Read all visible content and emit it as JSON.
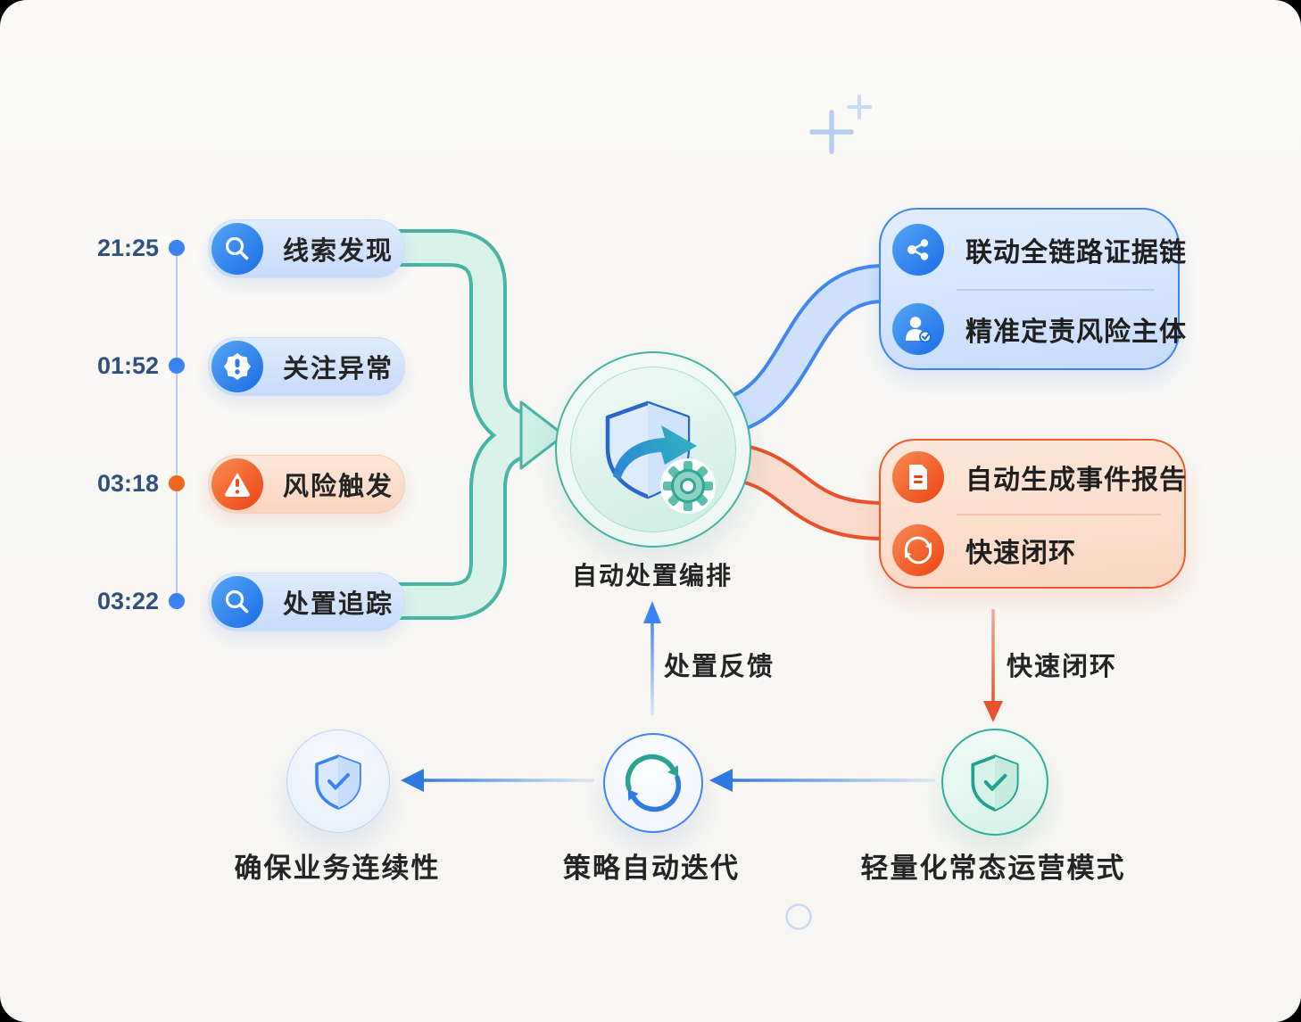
{
  "timeline": {
    "items": [
      {
        "time": "21:25",
        "label": "线索发现",
        "icon": "search-icon",
        "variant": "blue"
      },
      {
        "time": "01:52",
        "label": "关注异常",
        "icon": "alert-badge-icon",
        "variant": "blue"
      },
      {
        "time": "03:18",
        "label": "风险触发",
        "icon": "warning-triangle-icon",
        "variant": "orange"
      },
      {
        "time": "03:22",
        "label": "处置追踪",
        "icon": "search-icon",
        "variant": "blue"
      }
    ]
  },
  "center": {
    "label": "自动处置编排",
    "icon": "shield-gear-icon"
  },
  "evidence_box": {
    "items": [
      {
        "label": "联动全链路证据链",
        "icon": "share-icon"
      },
      {
        "label": "精准定责风险主体",
        "icon": "user-check-icon"
      }
    ]
  },
  "report_box": {
    "items": [
      {
        "label": "自动生成事件报告",
        "icon": "document-icon"
      },
      {
        "label": "快速闭环",
        "icon": "refresh-icon"
      }
    ]
  },
  "flows": {
    "feedback_label": "处置反馈",
    "closed_loop_label": "快速闭环"
  },
  "outcomes": [
    {
      "label": "确保业务连续性",
      "icon": "shield-check-icon"
    },
    {
      "label": "策略自动迭代",
      "icon": "refresh-icon"
    },
    {
      "label": "轻量化常态运营模式",
      "icon": "shield-check-icon"
    }
  ],
  "colors": {
    "blue_accent": "#3b82f6",
    "orange_accent": "#ec5a2a",
    "teal_accent": "#43b3a3",
    "text_dark": "#242424",
    "time_text": "#31517c"
  }
}
